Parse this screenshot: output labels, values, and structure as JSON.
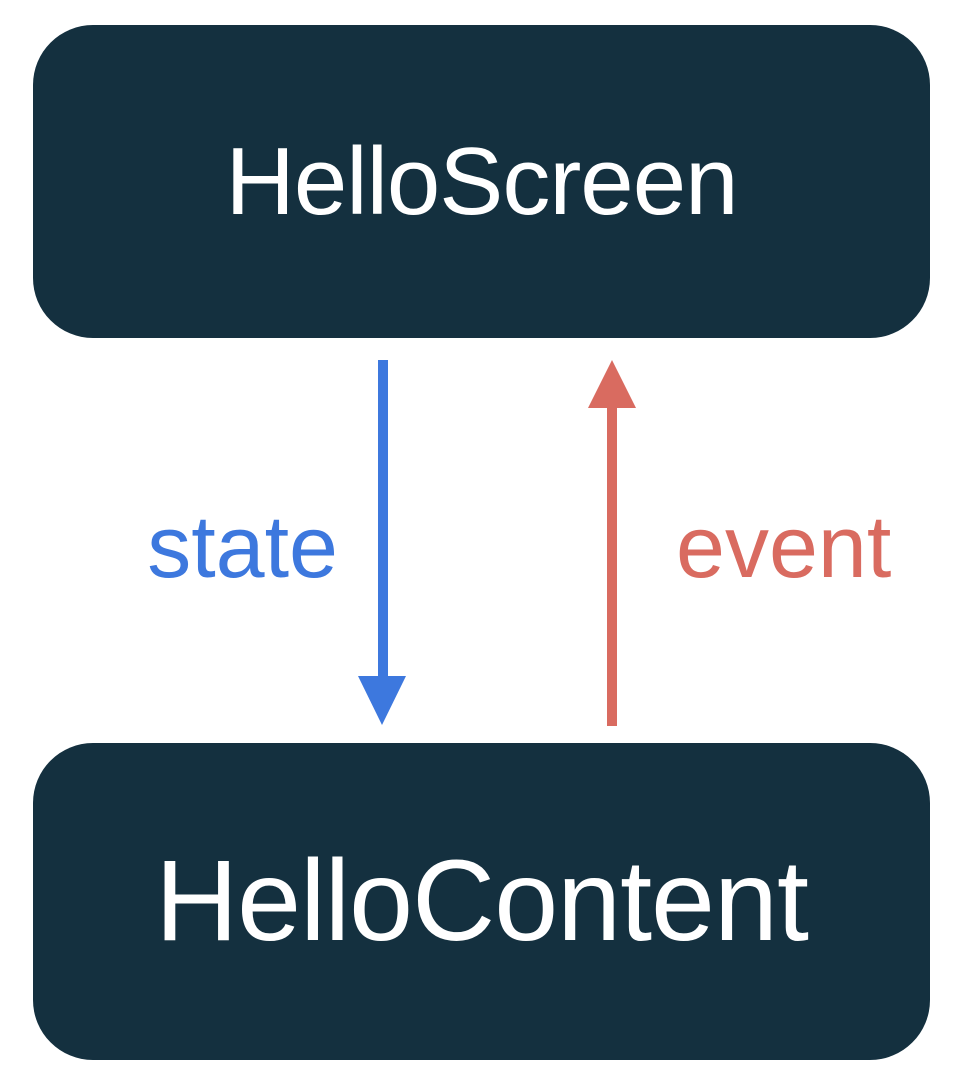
{
  "diagram": {
    "type": "unidirectional-data-flow",
    "nodes": [
      {
        "id": "hello-screen",
        "label": "HelloScreen"
      },
      {
        "id": "hello-content",
        "label": "HelloContent"
      }
    ],
    "edges": [
      {
        "id": "state",
        "label": "state",
        "from": "hello-screen",
        "to": "hello-content",
        "direction": "down",
        "color": "#3D78DE"
      },
      {
        "id": "event",
        "label": "event",
        "from": "hello-content",
        "to": "hello-screen",
        "direction": "up",
        "color": "#D96B60"
      }
    ],
    "colors": {
      "background": "#FFFFFF",
      "node_bg": "#14303F",
      "node_text": "#FFFFFF",
      "state_blue": "#3D78DE",
      "event_red": "#D96B60"
    }
  }
}
